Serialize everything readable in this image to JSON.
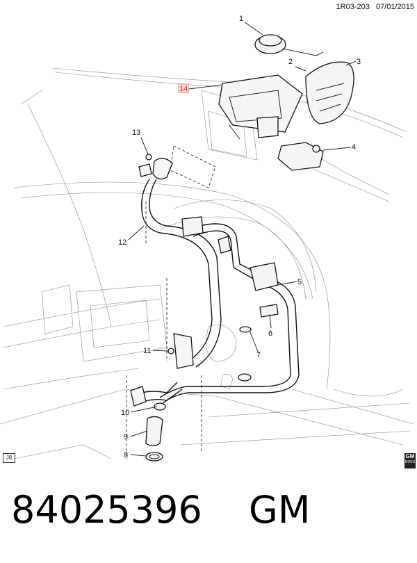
{
  "header": {
    "ref_code": "1R03-203",
    "date": "07/01/2015"
  },
  "callouts": [
    "1",
    "2",
    "3",
    "14",
    "4",
    "13",
    "12",
    "5",
    "6",
    "11",
    "7",
    "10",
    "9",
    "8"
  ],
  "footer": {
    "part_number": "84025396",
    "brand": "GM",
    "ref_box": "J8"
  },
  "logo": {
    "text": "GM",
    "subtext": "DOES"
  }
}
